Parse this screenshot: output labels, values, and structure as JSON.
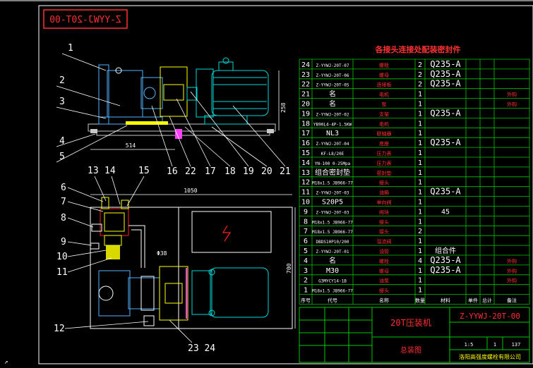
{
  "colors": {
    "background": "#000000",
    "frame": "#ffffff",
    "table_lines": "#00c800",
    "table_text": "#ffffff",
    "balloon": "#ffffff",
    "pump": "#4fb4ff",
    "coupling": "#ffff00",
    "motor": "#00d8d8",
    "base": "#c8c8c8",
    "red": "#ff2020",
    "magenta": "#ff40ff",
    "title_red": "#ff3030"
  },
  "drawing": {
    "mirrored_number": "Z-YYWJ-20T-00",
    "table_title": "各接头连接处配装密封件",
    "dim_height_front": "258",
    "dim_length_front": "514",
    "dim_length_top": "1050",
    "dim_height_top": "700",
    "dim_pipe": "Φ38",
    "balloons_top_row": [
      "1",
      "2",
      "3",
      "4",
      "5"
    ],
    "balloons_front_row": [
      "16",
      "22",
      "17",
      "18",
      "19",
      "20",
      "21"
    ],
    "balloons_left_top": [
      "13",
      "14",
      "15"
    ],
    "balloons_left_side": [
      "6",
      "7",
      "8",
      "9",
      "10",
      "11"
    ],
    "balloon_bottom_left": "12",
    "balloon_bottom_center": "23 24"
  },
  "bom": {
    "rows": [
      {
        "no": "24",
        "code": "Z-YYWJ-20T-07",
        "name": "螺栓",
        "qty": "2",
        "mat": "Q235-A",
        "note": ""
      },
      {
        "no": "23",
        "code": "Z-YYWJ-20T-06",
        "name": "螺母",
        "qty": "2",
        "mat": "Q235-A",
        "note": ""
      },
      {
        "no": "22",
        "code": "Z-YYWJ-20T-05",
        "name": "连接板",
        "qty": "2",
        "mat": "Q235-A",
        "note": ""
      },
      {
        "no": "21",
        "code": "名",
        "name": "电机",
        "qty": "1",
        "mat": "",
        "note": "外购"
      },
      {
        "no": "20",
        "code": "名",
        "name": "泵",
        "qty": "1",
        "mat": "",
        "note": "外购"
      },
      {
        "no": "19",
        "code": "Z-YYWJ-20T-02",
        "name": "支架",
        "qty": "1",
        "mat": "Q235-A",
        "note": ""
      },
      {
        "no": "18",
        "code": "YB90L4-4P-1.5KW",
        "name": "电机",
        "qty": "1",
        "mat": "",
        "note": ""
      },
      {
        "no": "17",
        "code": "NL3",
        "name": "联轴器",
        "qty": "1",
        "mat": "",
        "note": ""
      },
      {
        "no": "16",
        "code": "Z-YYWJ-20T-04",
        "name": "底座",
        "qty": "1",
        "mat": "Q235-A",
        "note": ""
      },
      {
        "no": "15",
        "code": "KF-L8/20E",
        "name": "压力表",
        "qty": "1",
        "mat": "",
        "note": ""
      },
      {
        "no": "14",
        "code": "YN-100 0-25Mpa",
        "name": "压力表",
        "qty": "1",
        "mat": "",
        "note": ""
      },
      {
        "no": "13",
        "code": "组合密封垫",
        "name": "密封垫",
        "qty": "1",
        "mat": "",
        "note": ""
      },
      {
        "no": "12",
        "code": "M18x1.5 JB966-77",
        "name": "接头",
        "qty": "1",
        "mat": "",
        "note": ""
      },
      {
        "no": "11",
        "code": "Z-YYWJ-20T-03",
        "name": "油箱",
        "qty": "1",
        "mat": "Q235-A",
        "note": ""
      },
      {
        "no": "10",
        "code": "S20P5",
        "name": "单向阀",
        "qty": "1",
        "mat": "",
        "note": ""
      },
      {
        "no": "9",
        "code": "Z-YYWJ-20T-03",
        "name": "阀块",
        "qty": "1",
        "mat": "45",
        "note": ""
      },
      {
        "no": "8",
        "code": "M18x1.5 JB966-77",
        "name": "接头",
        "qty": "1",
        "mat": "",
        "note": ""
      },
      {
        "no": "7",
        "code": "M18x1.5 JB966-77",
        "name": "接头",
        "qty": "2",
        "mat": "",
        "note": ""
      },
      {
        "no": "6",
        "code": "DBDS10P10/200",
        "name": "溢流阀",
        "qty": "1",
        "mat": "",
        "note": ""
      },
      {
        "no": "5",
        "code": "Z-YYWJ-20T-01",
        "name": "油管",
        "qty": "1",
        "mat": "组合件",
        "note": ""
      },
      {
        "no": "4",
        "code": "名",
        "name": "螺栓",
        "qty": "4",
        "mat": "Q235-A",
        "note": "外购"
      },
      {
        "no": "3",
        "code": "M30",
        "name": "螺母",
        "qty": "1",
        "mat": "Q235-A",
        "note": "外购"
      },
      {
        "no": "2",
        "code": "G3MYCY14-1B",
        "name": "油泵",
        "qty": "1",
        "mat": "",
        "note": "外购"
      },
      {
        "no": "1",
        "code": "M18x1.5 JB966-77",
        "name": "接头",
        "qty": "1",
        "mat": "",
        "note": ""
      }
    ],
    "header": [
      "序号",
      "代号",
      "名称",
      "数量",
      "材料",
      "单件",
      "总计",
      "备注"
    ]
  },
  "titleblock": {
    "product": "20T压装机",
    "drawing_no": "Z-YYWJ-20T-00",
    "drawing_name": "总装图",
    "scale": "1:5",
    "sheet": "1",
    "weight": "137",
    "company": "洛阳高强度螺栓有限公司"
  }
}
